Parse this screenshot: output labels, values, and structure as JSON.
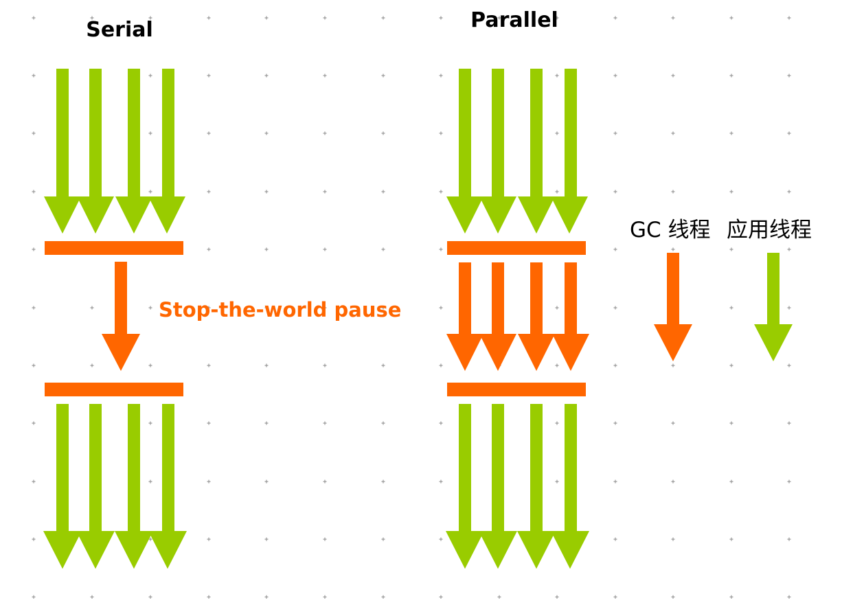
{
  "titles": {
    "serial": "Serial",
    "parallel": "Parallel"
  },
  "pause_label": "Stop-the-world pause",
  "legend": {
    "gc_thread": "GC 线程",
    "app_thread": "应用线程"
  },
  "colors": {
    "app_thread": "#99CC00",
    "gc_thread": "#FF6600",
    "grid_dot": "#999999"
  }
}
